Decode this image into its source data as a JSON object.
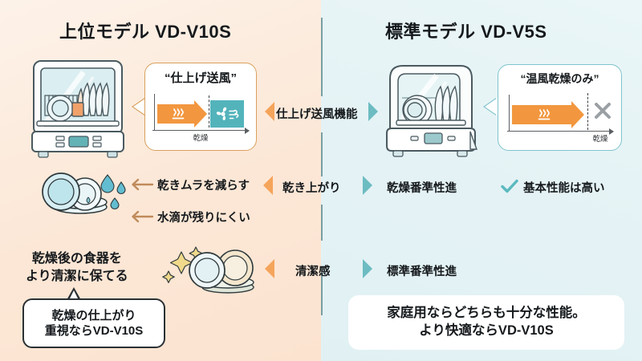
{
  "theme": {
    "left_bg": "#fce7d6",
    "right_bg": "#e4f2f5",
    "orange": "#f2973f",
    "teal": "#53b3bb",
    "chevron_orange": "#f5a45b",
    "chevron_teal": "#6cbcc2",
    "check_color": "#5ab9be",
    "text": "#15191c",
    "bubble_border": "#2a3134",
    "callout_border_left": "#d9a05c",
    "callout_border_right": "#7fc4cc"
  },
  "left_column": {
    "title": "上位モデル VD-V10S",
    "machine_name": "dishwasher-premium",
    "callout": {
      "caption": "“仕上げ送風”",
      "axis_label": "乾燥",
      "heat_icon": "heat-waves-icon",
      "fan_icon": "fan-wind-icon"
    },
    "benefits": [
      {
        "text": "乾きムラを減らす",
        "arrow": "arrow-left-small"
      },
      {
        "text": "水滴が残りにくい",
        "arrow": "arrow-left-small"
      }
    ],
    "statement": "乾燥後の食器を\nより清潔に保てる",
    "bubble": "乾燥の仕上がり\n重視ならVD-V10S",
    "dishes_wet_icon": "dishes-with-water-drops-icon",
    "dishes_clean_icon": "dishes-sparkling-icon"
  },
  "right_column": {
    "title": "標準モデル VD-V5S",
    "machine_name": "dishwasher-standard",
    "callout": {
      "caption": "“温風乾燥のみ”",
      "axis_label": "乾燥",
      "heat_icon": "heat-waves-icon",
      "no_fan_icon": "cross-x-icon"
    },
    "rows": [
      {
        "text": "乾燥番準性進"
      },
      {
        "text": "標準番準性進"
      }
    ],
    "check_item": {
      "icon": "check-icon",
      "text": "基本性能は高い"
    },
    "panel": "家庭用ならどちらも十分な性能。\nより快適ならVD-V10S"
  },
  "center_labels": [
    {
      "text": "仕上げ送風機能"
    },
    {
      "text": "乾き上がり"
    },
    {
      "text": "清潔感"
    }
  ]
}
